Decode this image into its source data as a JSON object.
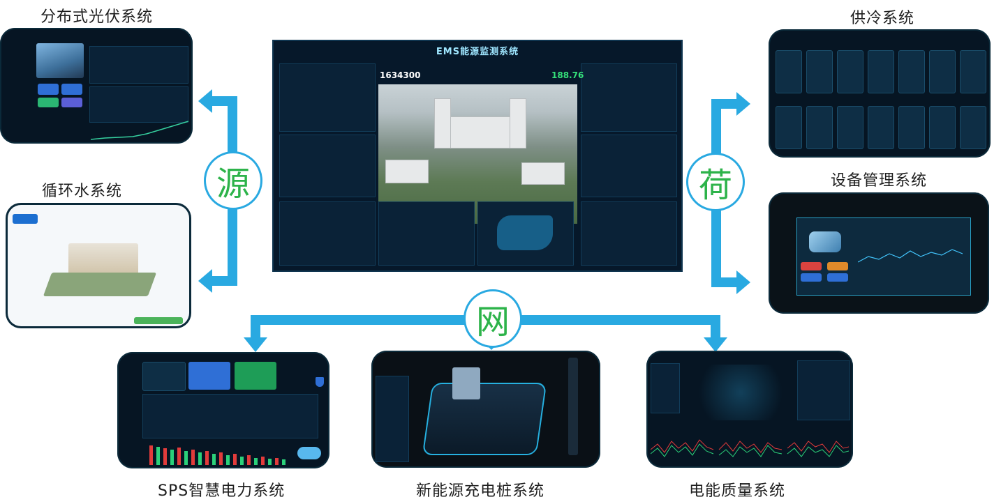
{
  "hubs": {
    "source": "源",
    "load": "荷",
    "grid": "网"
  },
  "systems": {
    "pv": "分布式光伏系统",
    "water": "循环水系统",
    "cooling": "供冷系统",
    "device": "设备管理系统",
    "sps": "SPS智慧电力系统",
    "charging": "新能源充电桩系统",
    "quality": "电能质量系统"
  },
  "center": {
    "title": "EMS能源监测系统",
    "left_value": "1634300",
    "right_value": "188.76"
  },
  "colors": {
    "arrow": "#29a9e1",
    "hub_text": "#2db34a",
    "panel_bg": "#061523"
  }
}
